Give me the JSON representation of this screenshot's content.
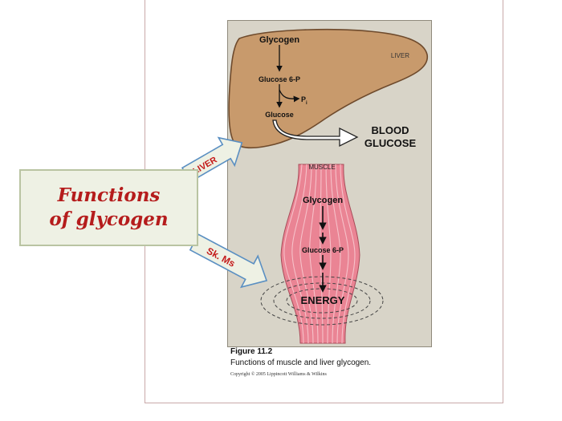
{
  "functions": {
    "title_line1": "Functions",
    "title_line2": "of glycogen"
  },
  "arrows": {
    "liver_label": "LIVER",
    "muscle_label": "Sk. Ms"
  },
  "liver": {
    "region_label": "LIVER",
    "glycogen": "Glycogen",
    "glucose6p": "Glucose 6-P",
    "pi": "P",
    "pi_sub": "i",
    "glucose": "Glucose"
  },
  "blood_glucose": {
    "line1": "BLOOD",
    "line2": "GLUCOSE"
  },
  "muscle": {
    "region_label": "MUSCLE",
    "glycogen": "Glycogen",
    "glucose6p": "Glucose 6-P",
    "energy": "ENERGY"
  },
  "caption": {
    "figure": "Figure 11.2",
    "text": "Functions of muscle and liver glycogen.",
    "copyright": "Copyright © 2005 Lippincott Williams & Wilkins"
  },
  "colors": {
    "liver_fill": "#c89a6c",
    "muscle_fill": "#ea8494",
    "title_red": "#b51c1c",
    "box_fill": "#eef1e4"
  }
}
